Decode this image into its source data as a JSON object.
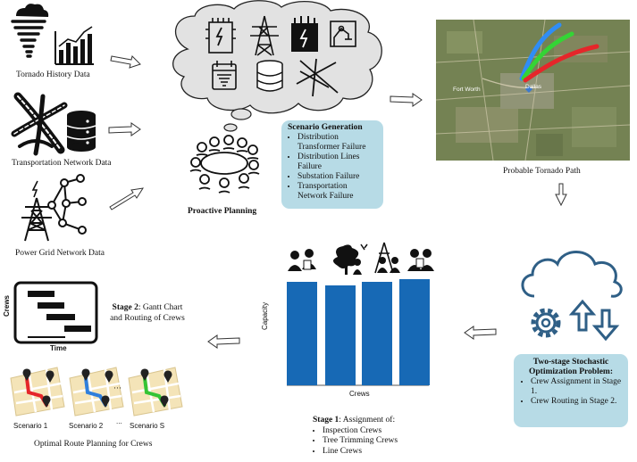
{
  "inputs": {
    "tornado_history": "Tornado History Data",
    "transportation": "Transportation Network Data",
    "power_grid": "Power Grid Network Data"
  },
  "proactive_planning": "Proactive Planning",
  "scenario_generation": {
    "title": "Scenario Generation",
    "items": [
      "Distribution Transformer Failure",
      "Distribution Lines Failure",
      "Substation Failure",
      "Transportation Network Failure"
    ]
  },
  "map": {
    "caption": "Probable Tornado Path",
    "places": [
      "Fort Worth",
      "Dallas"
    ],
    "path_colors": [
      "#2f8df5",
      "#34d435",
      "#e5262a"
    ]
  },
  "optimization": {
    "title": "Two-stage Stochastic Optimization Problem:",
    "items": [
      "Crew Assignment in Stage 1.",
      "Crew Routing in Stage 2."
    ]
  },
  "capacity_chart": {
    "ylabel": "Capacity",
    "xlabel": "Crews",
    "bar_color": "#1769b5"
  },
  "stage1": {
    "title": "Stage 1",
    "rest": ": Assignment of:",
    "items": [
      "Inspection Crews",
      "Tree Trimming Crews",
      "Line Crews"
    ]
  },
  "stage2": {
    "title": "Stage 2",
    "rest": ": Gantt Chart and Routing of Crews"
  },
  "gantt": {
    "ylabel": "Crews",
    "xlabel": "Time"
  },
  "scenarios": {
    "labels": [
      "Scenario 1",
      "Scenario 2",
      "...",
      "Scenario S"
    ],
    "route_colors": [
      "#e5262a",
      "#2f7fdc",
      "#34c435"
    ],
    "caption": "Optimal Route Planning for Crews"
  }
}
